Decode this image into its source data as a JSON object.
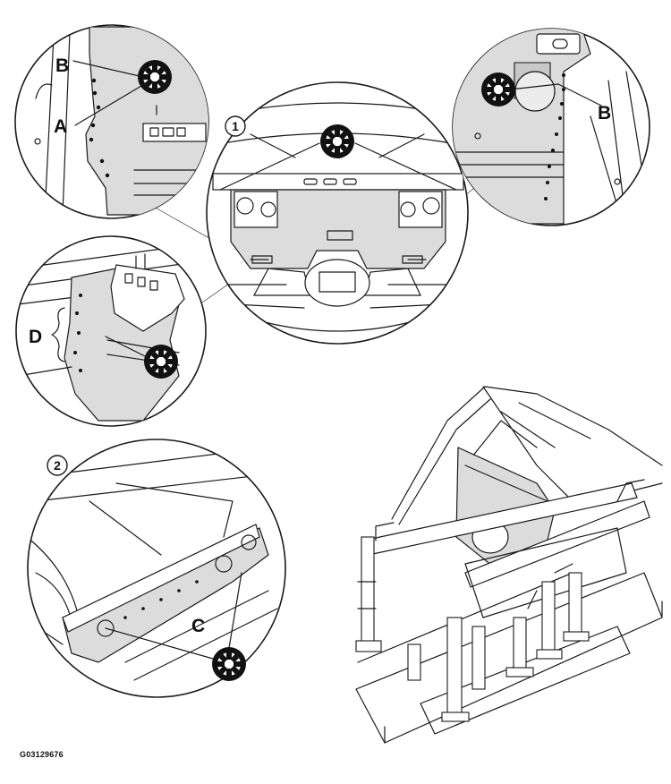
{
  "figure": {
    "reference_code": "G03129676",
    "step_numbers": [
      "1",
      "2"
    ],
    "callout_letters": {
      "a": "A",
      "b_left": "B",
      "b_right": "B",
      "c": "C",
      "d": "D"
    },
    "icon": "spot-weld-cutter-icon",
    "colors": {
      "line": "#1a1a1a",
      "panel": "#dcdcdc",
      "background": "#ffffff"
    }
  }
}
